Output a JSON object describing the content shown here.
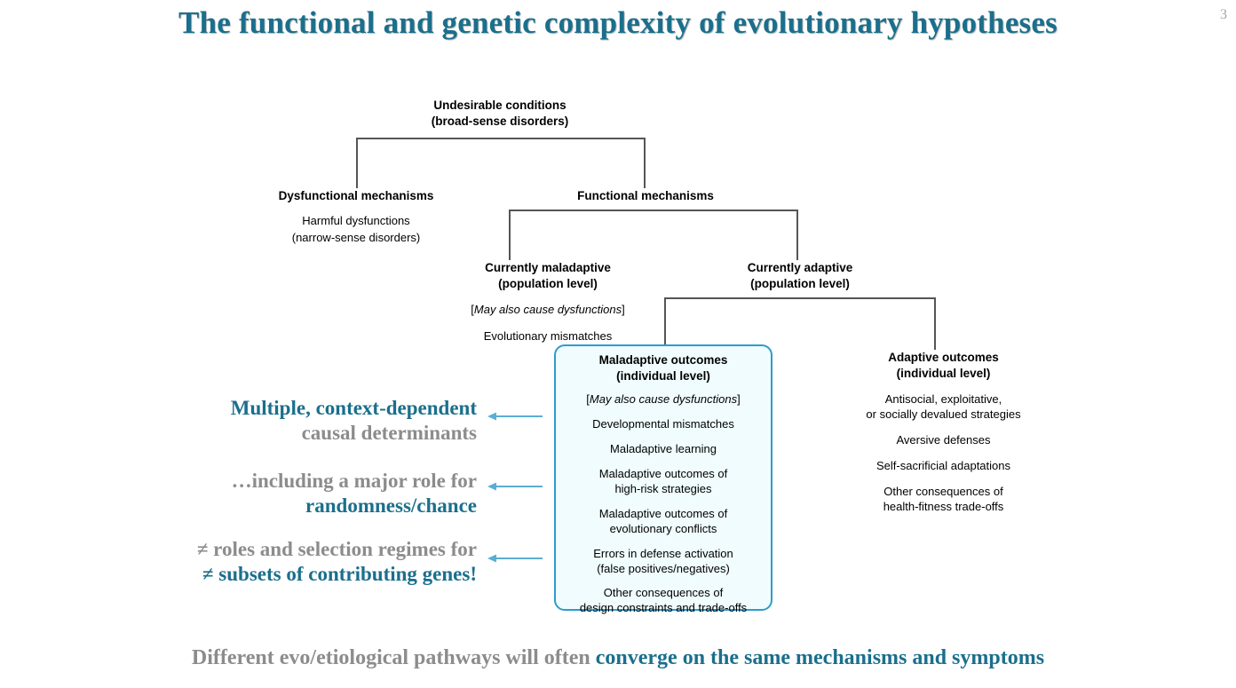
{
  "slide": {
    "title": "The functional and genetic complexity of evolutionary hypotheses",
    "page_number": "3"
  },
  "colors": {
    "teal": "#1b6f8c",
    "gray": "#8c8c8c",
    "box_border": "#2f9ccd",
    "box_fill": "#f0fcfe",
    "connector": "#555555",
    "arrow": "#5aaed4"
  },
  "diagram": {
    "root": {
      "line1": "Undesirable conditions",
      "line2": "(broad-sense disorders)"
    },
    "dysfunctional": {
      "heading": "Dysfunctional mechanisms",
      "detail_line1": "Harmful dysfunctions",
      "detail_line2": "(narrow-sense disorders)"
    },
    "functional": {
      "heading": "Functional mechanisms"
    },
    "currently_maladaptive": {
      "line1": "Currently maladaptive",
      "line2": "(population level)",
      "note_open": "[",
      "note_italic": "May also cause dysfunctions",
      "note_close": "]",
      "item": "Evolutionary mismatches"
    },
    "currently_adaptive": {
      "line1": "Currently adaptive",
      "line2": "(population level)"
    },
    "maladaptive_outcomes": {
      "line1": "Maladaptive outcomes",
      "line2": "(individual level)",
      "note_open": "[",
      "note_italic": "May also cause dysfunctions",
      "note_close": "]",
      "items": [
        "Developmental mismatches",
        "Maladaptive learning",
        "Maladaptive outcomes of\nhigh-risk strategies",
        "Maladaptive outcomes of\nevolutionary conflicts",
        "Errors in defense activation\n(false positives/negatives)",
        "Other consequences of\ndesign constraints and trade-offs"
      ]
    },
    "adaptive_outcomes": {
      "line1": "Adaptive outcomes",
      "line2": "(individual level)",
      "items": [
        "Antisocial, exploitative,\nor socially devalued strategies",
        "Aversive defenses",
        "Self-sacrificial adaptations",
        "Other consequences of\nhealth-fitness trade-offs"
      ]
    }
  },
  "annotations": [
    {
      "line1": "Multiple, context-dependent",
      "line1_color": "teal",
      "line2": "causal determinants",
      "line2_color": "gray"
    },
    {
      "line1": "…including a major role for",
      "line1_color": "gray",
      "line2": "randomness/chance",
      "line2_color": "teal"
    },
    {
      "line1": "≠ roles and selection regimes for",
      "line1_color": "gray",
      "line2": "≠ subsets of contributing genes!",
      "line2_color": "teal"
    }
  ],
  "footer": {
    "gray_part": "Different evo/etiological pathways will often ",
    "teal_part": "converge on the same mechanisms and symptoms"
  }
}
